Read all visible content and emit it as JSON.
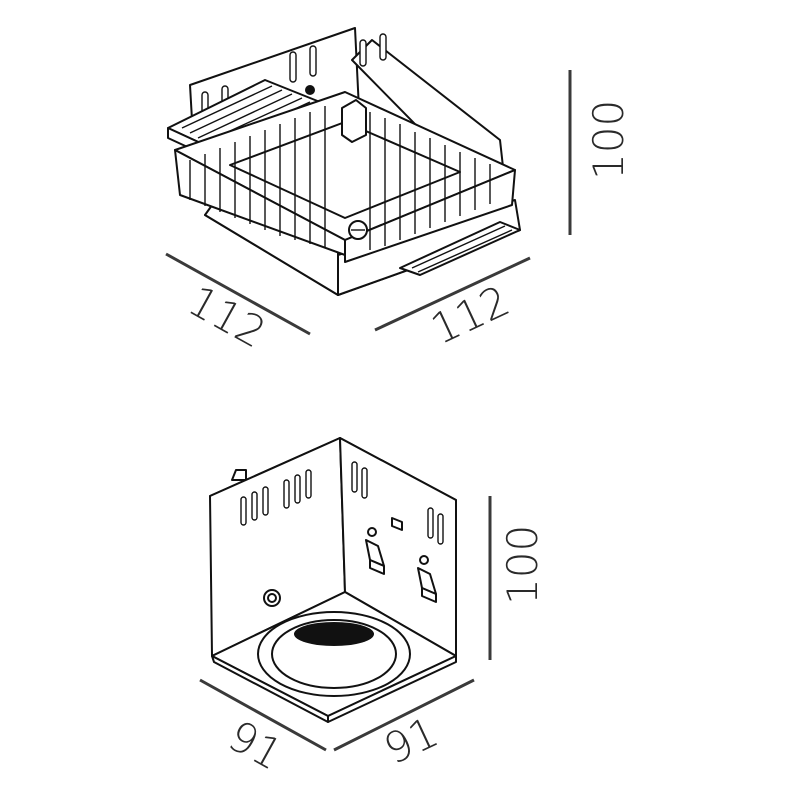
{
  "drawings": [
    {
      "name": "trimless-frame",
      "dimensions": {
        "width_left": "112",
        "width_right": "112",
        "height": "100"
      }
    },
    {
      "name": "recessed-housing",
      "dimensions": {
        "width_left": "91",
        "width_right": "91",
        "height": "100"
      }
    }
  ],
  "colors": {
    "line": "#111111",
    "dimension": "#3a3a3a",
    "background": "#ffffff"
  }
}
